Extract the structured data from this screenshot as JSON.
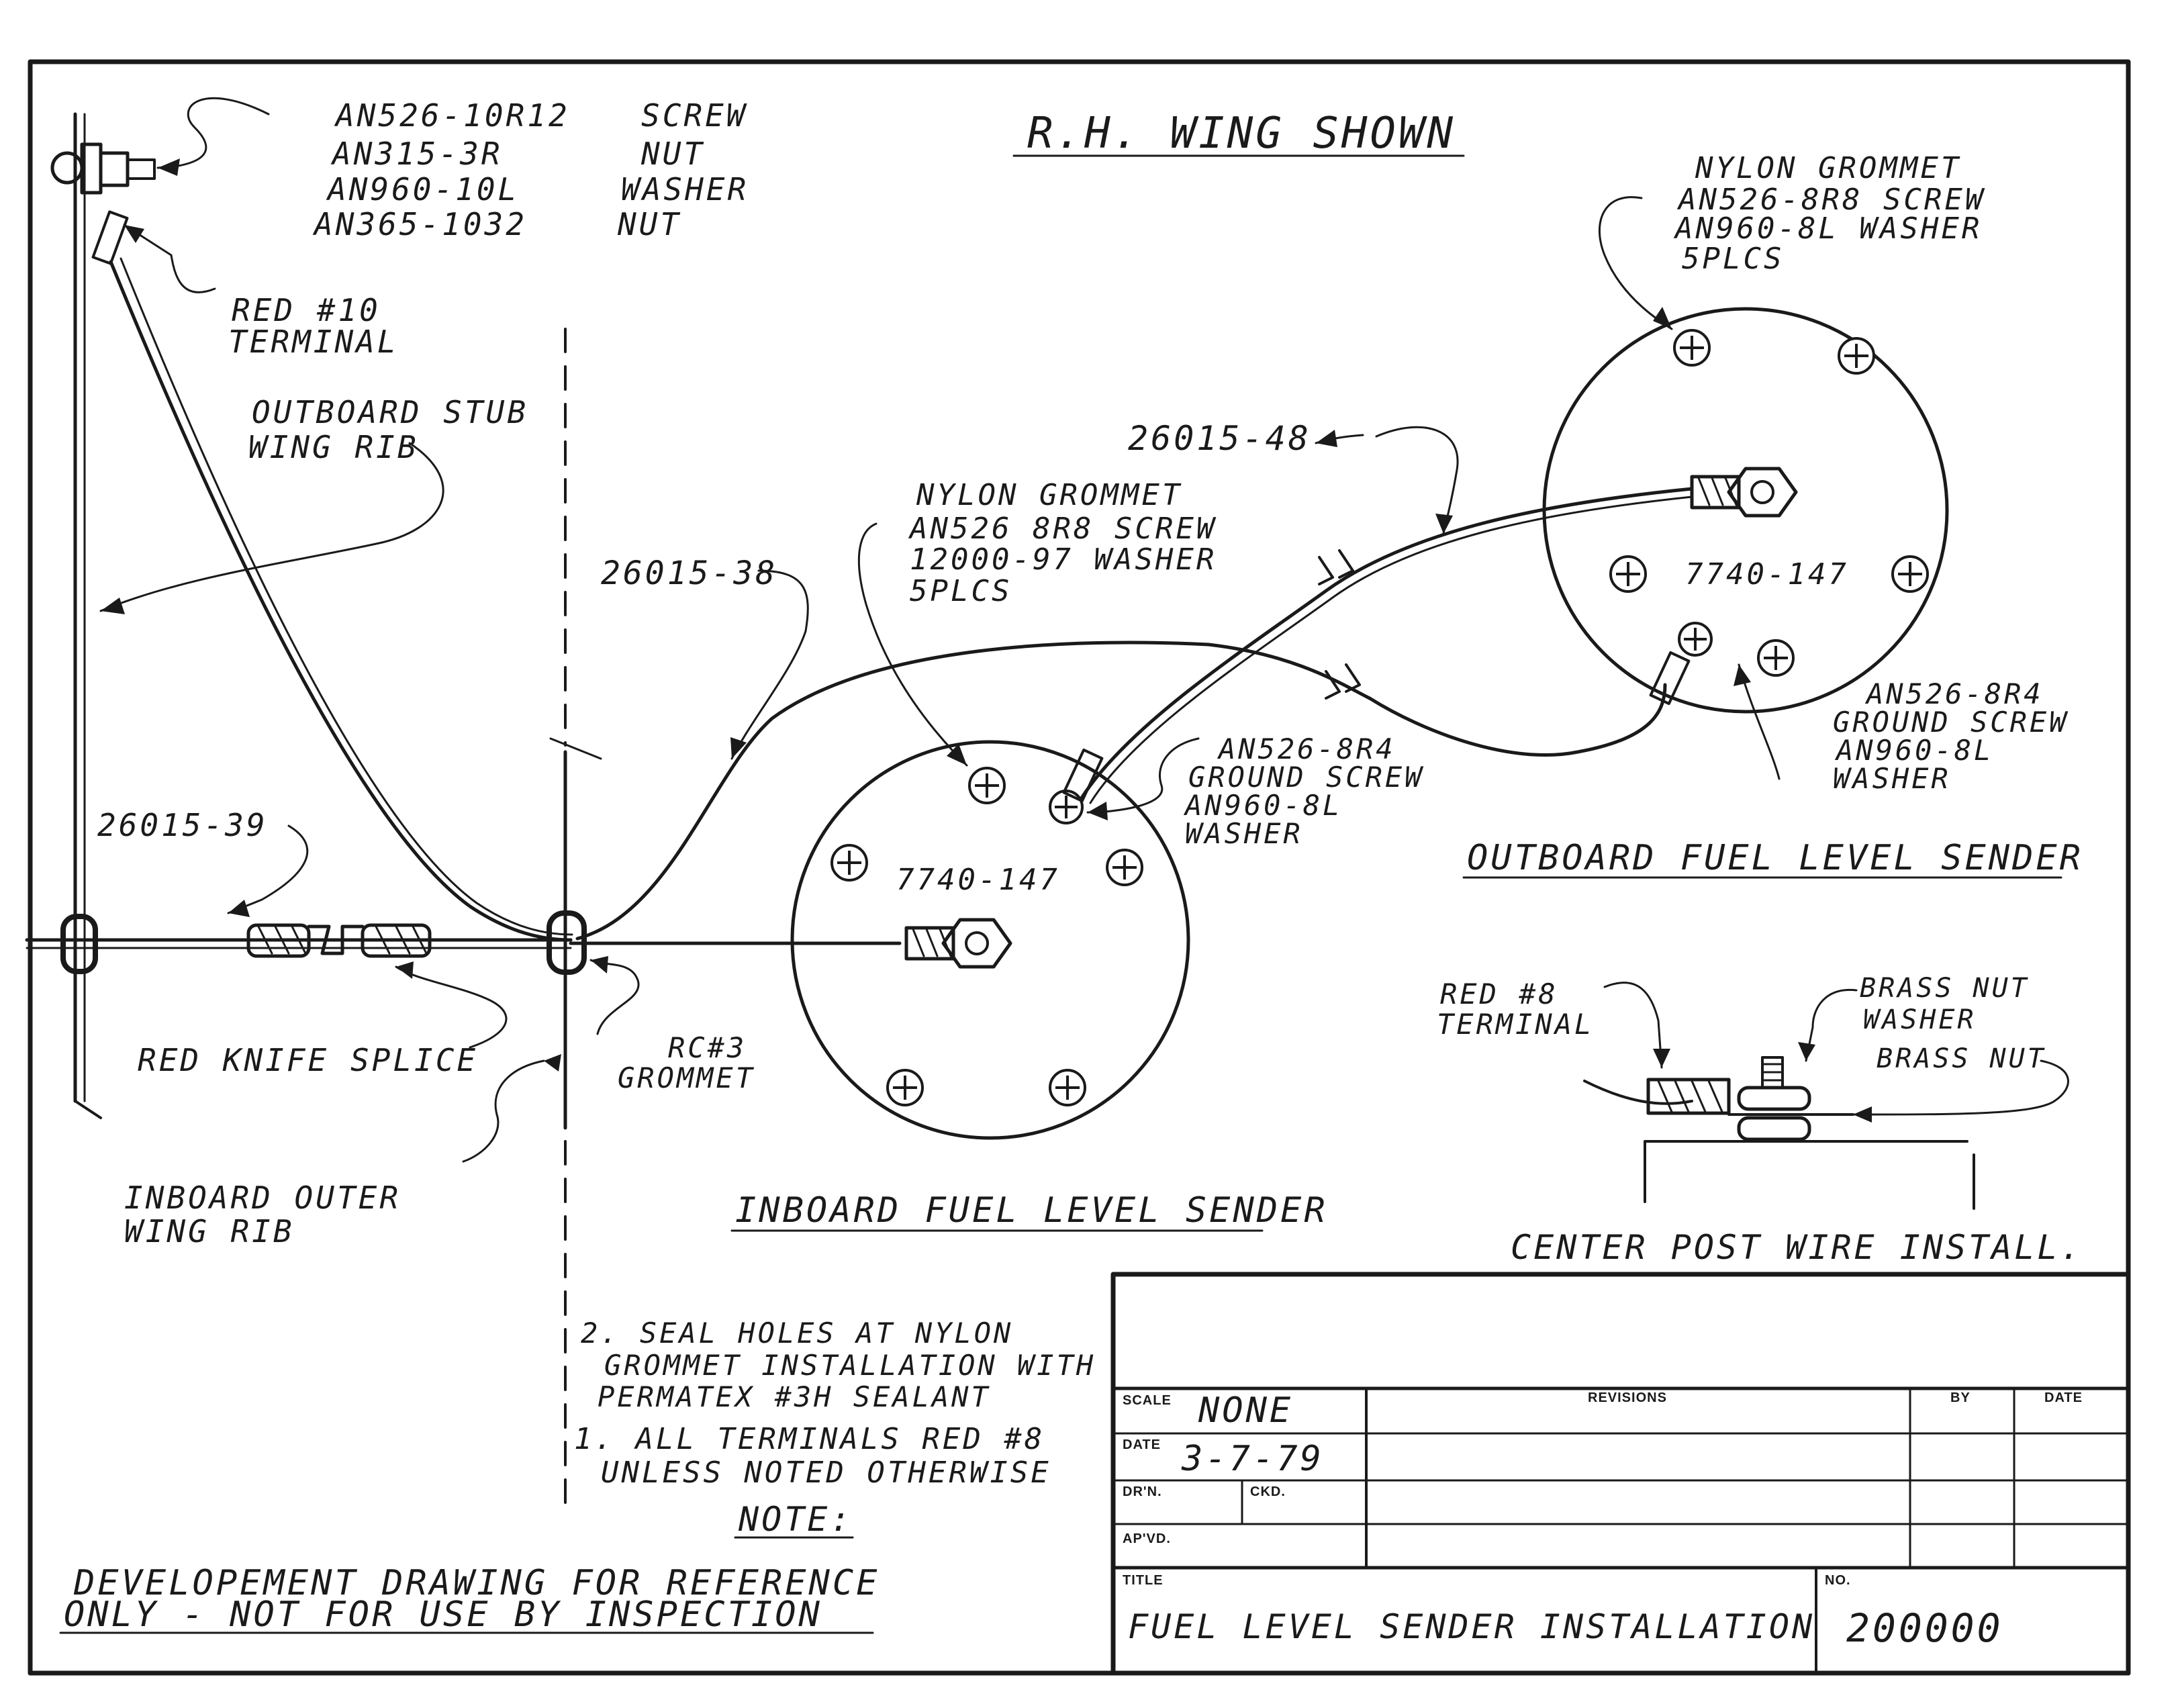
{
  "heading": "R.H. WING SHOWN",
  "hardware_callout": {
    "parts": [
      "AN526-10R12",
      "AN315-3R",
      "AN960-10L",
      "AN365-1032"
    ],
    "types": [
      "SCREW",
      "NUT",
      "WASHER",
      "NUT"
    ]
  },
  "labels": {
    "red_terminal_10": [
      "RED #10",
      "TERMINAL"
    ],
    "outboard_stub_rib": [
      "OUTBOARD STUB",
      "WING RIB"
    ],
    "wire_38": "26015-38",
    "wire_48": "26015-48",
    "wire_39": "26015-39",
    "inboard_grommet_note": [
      "NYLON GROMMET",
      "AN526 8R8 SCREW",
      "12000-97 WASHER",
      "5PLCS"
    ],
    "outboard_grommet_note": [
      "NYLON GROMMET",
      "AN526-8R8 SCREW",
      "AN960-8L WASHER",
      "5PLCS"
    ],
    "inboard_ground": [
      "AN526-8R4",
      "GROUND SCREW",
      "AN960-8L",
      "WASHER"
    ],
    "outboard_ground": [
      "AN526-8R4",
      "GROUND SCREW",
      "AN960-8L",
      "WASHER"
    ],
    "sender_part_inboard": "7740-147",
    "sender_part_outboard": "7740-147",
    "red_knife_splice": "RED KNIFE SPLICE",
    "rc_grommet": [
      "RC#3",
      "GROMMET"
    ],
    "inboard_outer_rib": [
      "INBOARD OUTER",
      "WING RIB"
    ],
    "inboard_sender_title": "INBOARD FUEL LEVEL SENDER",
    "outboard_sender_title": "OUTBOARD FUEL LEVEL SENDER",
    "red_terminal_8": [
      "RED #8",
      "TERMINAL"
    ],
    "brass_stack": [
      "BRASS NUT",
      "WASHER",
      "BRASS NUT"
    ],
    "center_post_title": "CENTER POST WIRE INSTALL."
  },
  "notes": {
    "note2": [
      "2. SEAL HOLES AT NYLON",
      "GROMMET INSTALLATION WITH",
      "PERMATEX #3H SEALANT"
    ],
    "note1": [
      "1. ALL TERMINALS RED #8",
      "UNLESS NOTED OTHERWISE"
    ],
    "heading": "NOTE:"
  },
  "disclaimer": [
    "DEVELOPEMENT DRAWING FOR REFERENCE",
    "ONLY - NOT FOR USE BY INSPECTION"
  ],
  "title_block": {
    "scale_label": "SCALE",
    "scale_value": "NONE",
    "date_label": "DATE",
    "date_value": "3-7-79",
    "drawn_label": "DR'N.",
    "checked_label": "CKD.",
    "approved_label": "AP'VD.",
    "revisions_label": "REVISIONS",
    "by_label": "BY",
    "rev_date_label": "DATE",
    "title_label": "TITLE",
    "title_value": "FUEL LEVEL SENDER INSTALLATION",
    "number_label": "NO.",
    "number_value": "200000"
  }
}
